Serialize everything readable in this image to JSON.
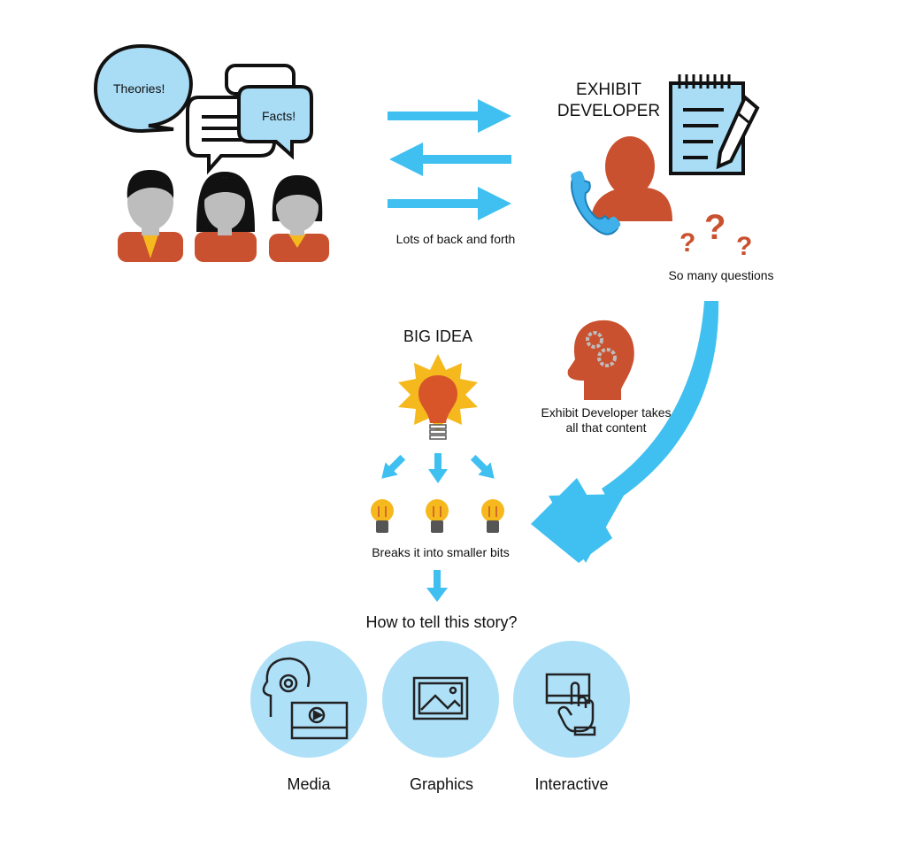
{
  "bubbles": {
    "theories": "Theories!",
    "facts": "Facts!"
  },
  "developer": {
    "title_line1": "EXHIBIT",
    "title_line2": "DEVELOPER"
  },
  "labels": {
    "back_and_forth": "Lots of back and forth",
    "questions": "So many questions",
    "big_idea": "BIG IDEA",
    "takes_content_line1": "Exhibit Developer takes",
    "takes_content_line2": "all that content",
    "breaks": "Breaks it into smaller bits",
    "how_to_tell": "How to tell this story?"
  },
  "outputs": [
    {
      "label": "Media",
      "icon": "media-icon"
    },
    {
      "label": "Graphics",
      "icon": "image-icon"
    },
    {
      "label": "Interactive",
      "icon": "touchscreen-icon"
    }
  ],
  "colors": {
    "arrow_blue": "#3fc0f0",
    "person_orange": "#c9512f",
    "bulb_yellow": "#f5b91e",
    "circle_blue": "#aee0f8",
    "bubble_blue": "#a9dcf5",
    "skin_gray": "#bdbdbd",
    "hair_black": "#111111"
  }
}
